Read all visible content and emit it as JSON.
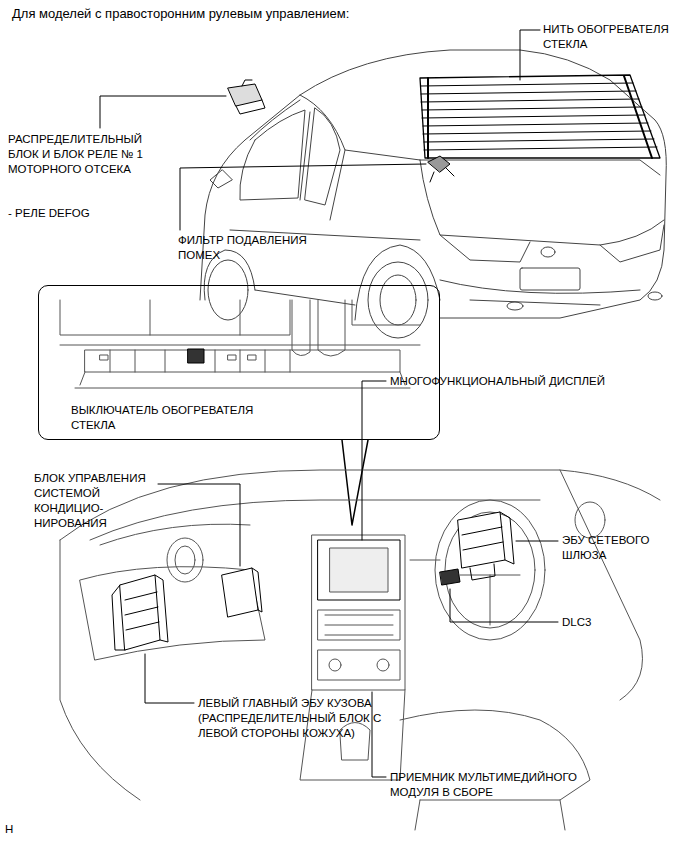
{
  "diagram": {
    "title": "Для моделей с правосторонним рулевым управлением:",
    "nodes": [
      {
        "text": [
          "ВЫКЛЮЧАТЕЛЬ ОБОГРЕВАТЕЛЯ СТЕКЛА"
        ]
      }
    ],
    "labels": [
      "НИТЬ ОБОГРЕВАТЕЛЯ СТЕКЛА",
      "РАСПРЕДЕЛИТЕЛЬНЫЙ БЛОК И БЛОК РЕЛЕ № 1 МОТОРНОГО ОТСЕКА",
      "- РЕЛЕ DEFOG",
      "ФИЛЬТР ПОДАВЛЕНИЯ ПОМЕХ",
      "МНОГОФУНКЦИОНАЛЬНЫЙ ДИСПЛЕЙ",
      "БЛОК УПРАВЛЕНИЯ СИСТЕМОЙ КОНДИЦИО- НИРОВАНИЯ",
      "ЭБУ СЕТЕВОГО ШЛЮЗА",
      "DLC3",
      "ЛЕВЫЙ ГЛАВНЫЙ ЭБУ КУЗОВА (РАСПРЕДЕЛИТЕЛЬНЫЙ БЛОК С ЛЕВОЙ СТОРОНЫ КОЖУХА)",
      "ПРИЕМНИК МУЛЬТИМЕДИЙНОГО МОДУЛЯ В СБОРЕ",
      "H"
    ]
  }
}
